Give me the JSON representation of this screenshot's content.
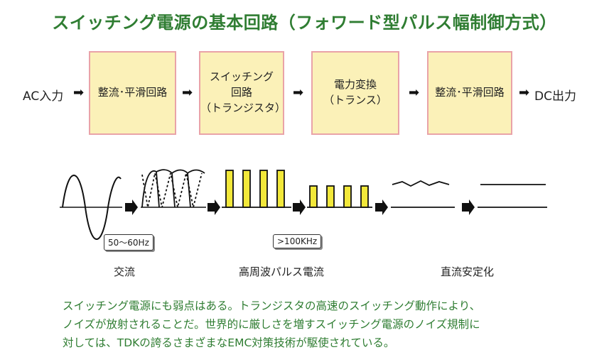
{
  "title": "スイッチング電源の基本回路（フォワード型パルス幅制御方式）",
  "input_label": "AC入力",
  "output_label": "DC出力",
  "blocks": [
    {
      "label": "整流･平滑回路"
    },
    {
      "label": "スイッチング\n回路\n（トランジスタ）"
    },
    {
      "label": "電力変換\n（トランス）"
    },
    {
      "label": "整流･平滑回路"
    }
  ],
  "frequency_tags": [
    {
      "text": "50～60Hz"
    },
    {
      "text": ">100KHz"
    }
  ],
  "waveform_labels": [
    "交流",
    "高周波パルス電流",
    "直流安定化"
  ],
  "note_lines": [
    "スイッチング電源にも弱点はある。トランジスタの高速のスイッチング動作により、",
    "ノイズが放射されることだ。世界的に厳しさを増すスイッチング電源のノイズ規制に",
    "対しては、TDKの誇るさまざまなEMC対策技術が駆使されている。"
  ],
  "colors": {
    "title": "#2f7d32",
    "block_fill": "#fbf1b8",
    "block_border": "#e9a3a8",
    "pulse_fill": "#f2e83a",
    "note": "#2f7d32"
  },
  "icons": {
    "arrow": "right-arrow-icon"
  }
}
